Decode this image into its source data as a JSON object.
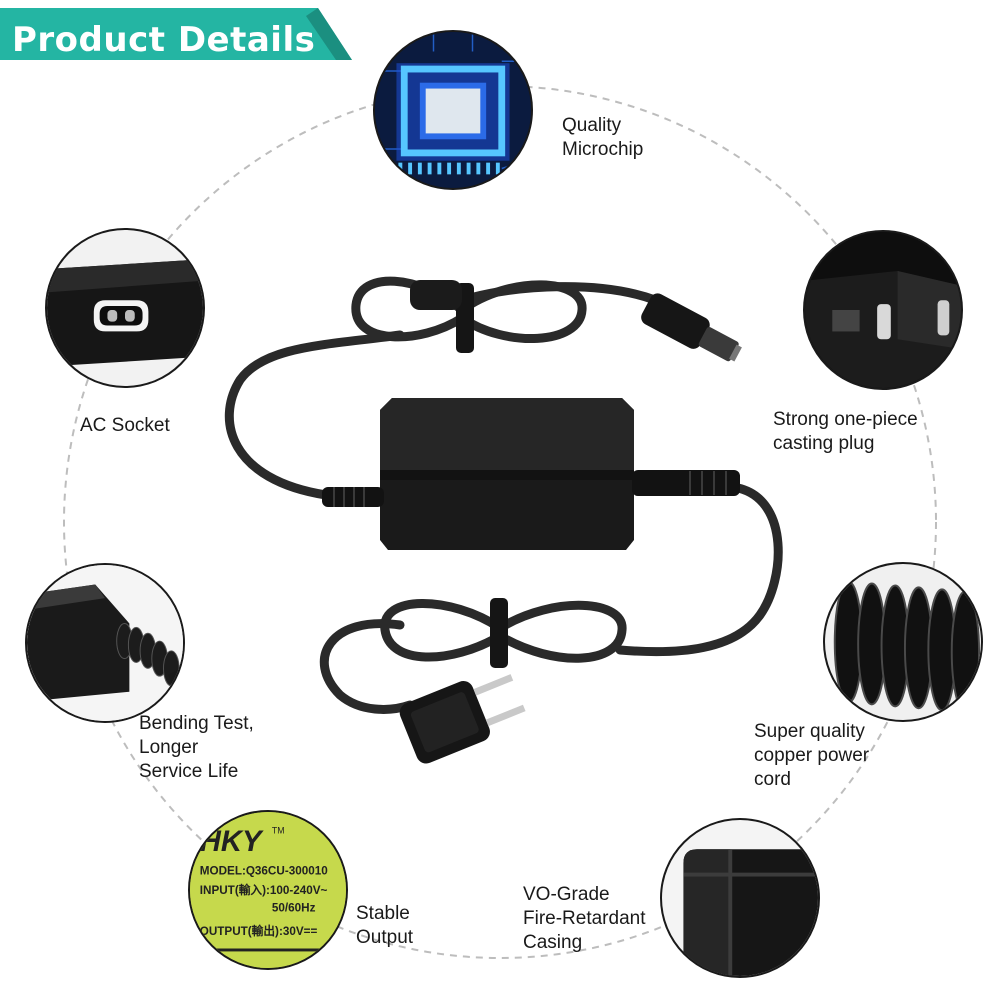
{
  "header": {
    "title": "Product Details"
  },
  "colors": {
    "banner": "#24b5a3",
    "banner_dark": "#1b8f80",
    "guide_circle": "#bdbdbd",
    "label_text": "#1a1a1a"
  },
  "features": {
    "microchip": {
      "icon": "microchip-icon",
      "lines": [
        "Quality",
        "Microchip"
      ]
    },
    "ac_socket": {
      "icon": "ac-socket-icon",
      "lines": [
        "AC Socket"
      ]
    },
    "plug": {
      "icon": "casting-plug-icon",
      "lines": [
        "Strong one-piece",
        "casting plug"
      ]
    },
    "bending": {
      "icon": "bend-relief-icon",
      "lines": [
        "Bending Test,",
        "Longer",
        "Service Life"
      ]
    },
    "copper_cord": {
      "icon": "coiled-cord-icon",
      "lines": [
        "Super quality",
        "copper power",
        "cord"
      ]
    },
    "stable": {
      "icon": "rating-label-icon",
      "lines": [
        "Stable",
        "Output"
      ],
      "label_text": {
        "brand": "HKY",
        "tm": "TM",
        "model": "MODEL:Q36CU-300010",
        "input": "INPUT(輸入):100-240V~",
        "freq": "50/60Hz",
        "output": "OUTPUT(輸出):30V=="
      }
    },
    "casing": {
      "icon": "casing-corner-icon",
      "lines": [
        "VO-Grade",
        "Fire-Retardant",
        "Casing"
      ]
    }
  }
}
